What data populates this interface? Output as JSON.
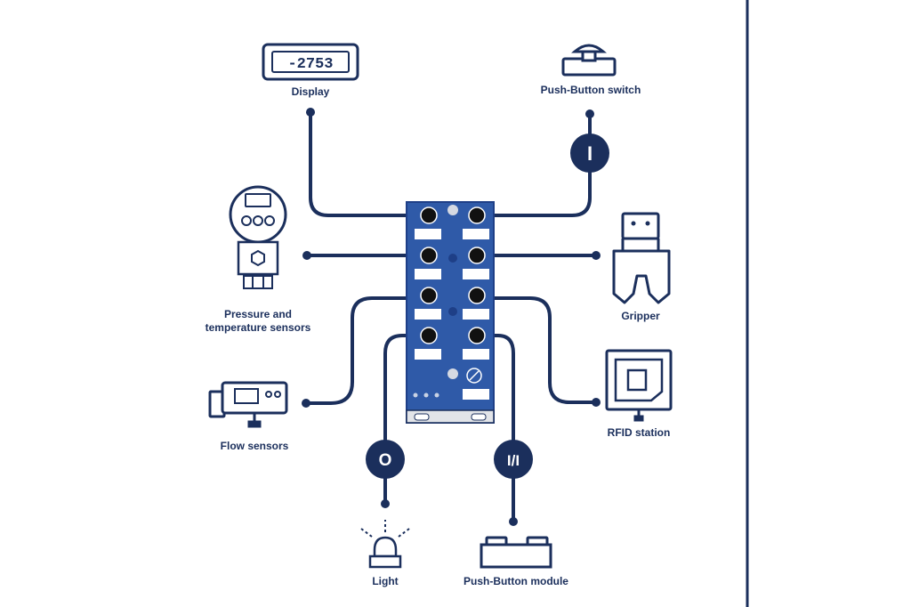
{
  "colors": {
    "navy": "#1b2f5c",
    "module_blue": "#2f5aa8",
    "module_dark": "#1e3f87",
    "background": "#ffffff"
  },
  "devices": {
    "display": {
      "label": "Display",
      "readout": "-2753",
      "icon": "display-icon"
    },
    "push_button_switch": {
      "label": "Push-Button switch",
      "icon": "push-button-switch-icon"
    },
    "pressure_temperature": {
      "label_line1": "Pressure and",
      "label_line2": "temperature sensors",
      "icon": "pressure-sensor-icon"
    },
    "gripper": {
      "label": "Gripper",
      "icon": "gripper-icon"
    },
    "flow_sensors": {
      "label": "Flow sensors",
      "icon": "flow-sensor-icon"
    },
    "rfid_station": {
      "label": "RFID station",
      "icon": "rfid-station-icon"
    },
    "light": {
      "label": "Light",
      "icon": "light-icon"
    },
    "push_button_module": {
      "label": "Push-Button module",
      "icon": "push-button-module-icon"
    }
  },
  "badges": {
    "input": "I",
    "output": "O",
    "input_output": "I/I"
  },
  "module": {
    "icon": "io-module-icon"
  }
}
